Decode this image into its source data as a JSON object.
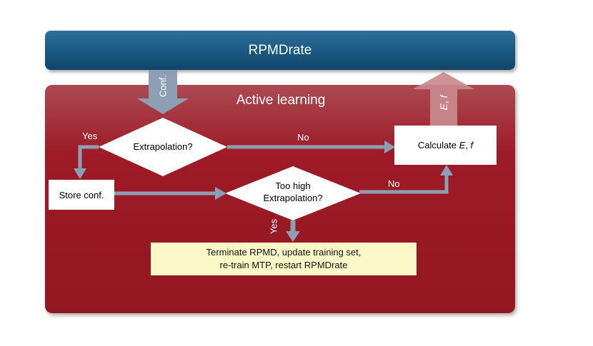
{
  "header": {
    "title": "RPMDrate"
  },
  "active_learning": {
    "title": "Active learning"
  },
  "arrows": {
    "conf_label": "Conf.",
    "ef_label_italic_1": "E",
    "ef_label_sep": ", ",
    "ef_label_italic_2": "f"
  },
  "decisions": {
    "extrapolation": {
      "text": "Extrapolation?",
      "yes_label": "Yes",
      "no_label": "No"
    },
    "too_high": {
      "text_line1": "Too high",
      "text_line2": "Extrapolation?",
      "yes_label": "Yes",
      "no_label": "No"
    }
  },
  "boxes": {
    "store": "Store conf.",
    "calculate_prefix": "Calculate ",
    "calculate_italic_1": "E",
    "calculate_sep": ", ",
    "calculate_italic_2": "f",
    "terminate_line1": "Terminate RPMD, update training set,",
    "terminate_line2": "re-train MTP, restart RPMDrate"
  },
  "colors": {
    "header_blue": "#1c5c86",
    "panel_red": "#9d1b27",
    "arrow_gray": "#8e9fb3",
    "terminate_fill": "#fbf8c7"
  }
}
